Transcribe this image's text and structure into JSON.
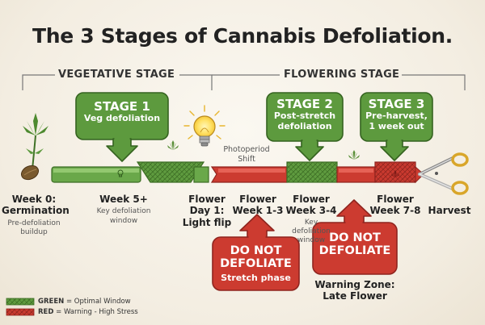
{
  "title": "The 3 Stages of Cannabis Defoliation.",
  "sections": {
    "vegetative": "VEGETATIVE STAGE",
    "flowering": "FLOWERING STAGE"
  },
  "stage1": {
    "title": "STAGE 1",
    "subtitle": "Veg defoliation"
  },
  "stage2": {
    "title": "STAGE 2",
    "line1": "Post-stretch",
    "line2": "defoliation"
  },
  "stage3": {
    "title": "STAGE 3",
    "line1": "Pre-harvest,",
    "line2": "1 week out"
  },
  "photoperiod": {
    "line1": "Photoperiod",
    "line2": "Shift"
  },
  "milestones": {
    "week0": {
      "line1": "Week 0:",
      "line2": "Germination",
      "note1": "Pre-defoliation",
      "note2": "buildup"
    },
    "week5": {
      "line1": "Week 5+",
      "note1": "Key defoliation",
      "note2": "window"
    },
    "flower_day1": {
      "line1": "Flower",
      "line2": "Day 1:",
      "line3": "Light flip"
    },
    "flower_w13": {
      "line1": "Flower",
      "line2": "Week 1-3"
    },
    "flower_w34": {
      "line1": "Flower",
      "line2": "Week 3-4",
      "note1": "Key defoliation",
      "note2": "window"
    },
    "flower_w78": {
      "line1": "Flower",
      "line2": "Week 7-8"
    },
    "harvest": {
      "line1": "Harvest"
    }
  },
  "warning1": {
    "line1": "DO NOT",
    "line2": "DEFOLIATE",
    "sub": "Stretch phase"
  },
  "warning2": {
    "line1": "DO NOT",
    "line2": "DEFOLIATE",
    "sub1": "Warning Zone:",
    "sub2": "Late Flower"
  },
  "legend": {
    "green_key": "GREEN",
    "green_text": " = Optimal Window",
    "red_key": "RED",
    "red_text": " = Warning - High Stress"
  },
  "colors": {
    "green": "#5d9a3e",
    "green_dark": "#3f7126",
    "green_light": "#7fb95a",
    "red": "#c8372d",
    "red_dark": "#962520",
    "red_light": "#e05346",
    "gold": "#e0b23c",
    "text": "#222222"
  }
}
